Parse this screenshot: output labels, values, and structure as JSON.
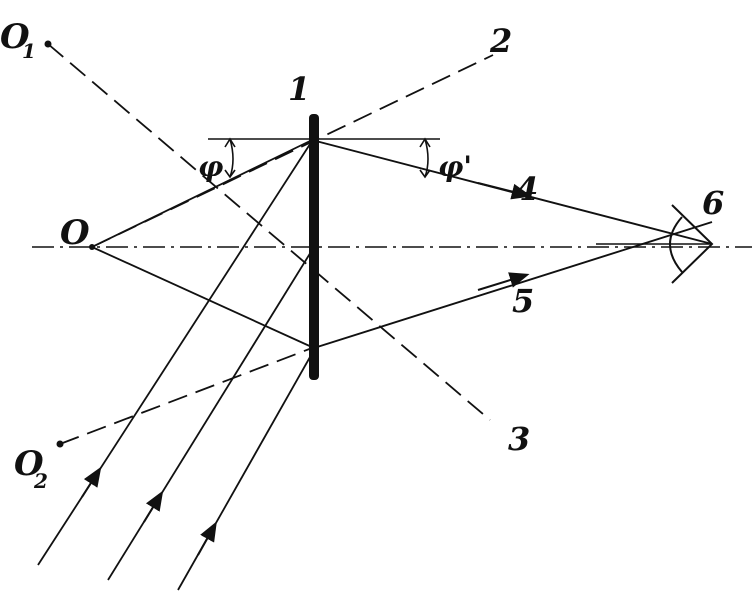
{
  "labels": {
    "o1": "O",
    "o1_sub": "1",
    "o2": "O",
    "o2_sub": "2",
    "o": "O",
    "n1": "1",
    "n2": "2",
    "n3": "3",
    "n4": "4",
    "n5": "5",
    "n6": "6",
    "phi": "φ",
    "phi_prime": "φ'"
  },
  "colors": {
    "ink": "#111111",
    "background": "#ffffff"
  }
}
